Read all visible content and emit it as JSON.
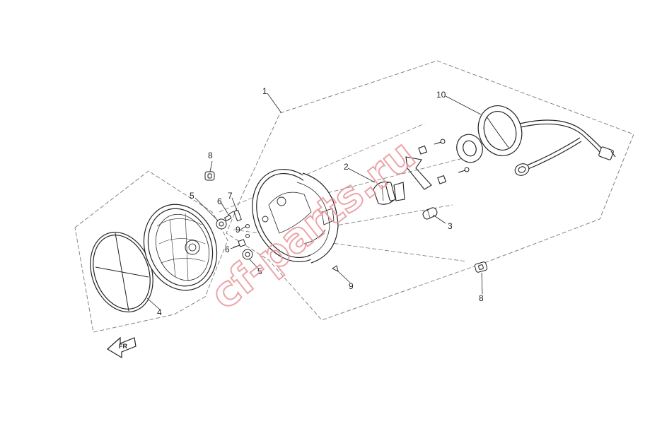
{
  "callouts": {
    "c1": "1",
    "c2": "2",
    "c3": "3",
    "c4": "4",
    "c5a": "5",
    "c5b": "5",
    "c6a": "6",
    "c6b": "6",
    "c7": "7",
    "c8a": "8",
    "c8b": "8",
    "c9a": "9",
    "c9b": "9",
    "c10": "10"
  },
  "watermark": "cf-parts.ru",
  "forward_label": "FR",
  "colors": {
    "line": "#222222",
    "dash": "#777777",
    "watermark": "#e8959a"
  }
}
